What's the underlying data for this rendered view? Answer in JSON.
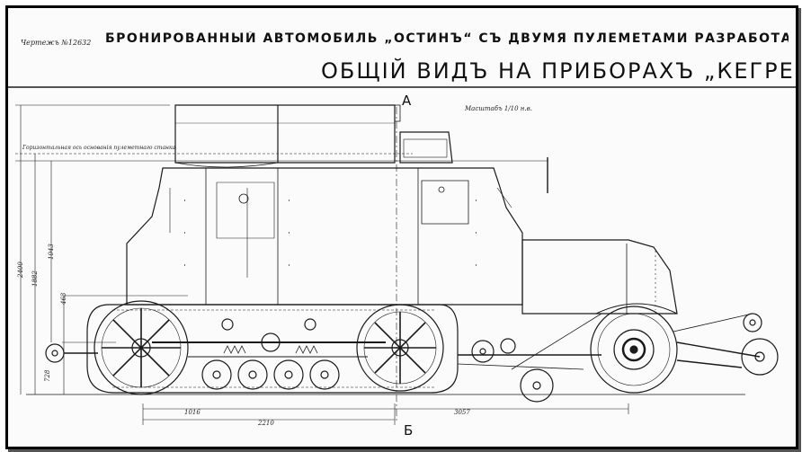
{
  "drawing": {
    "title_line_1": "БРОНИРОВАННЫЙ АВТОМОБИЛЬ „ОСТИНЪ“ СЪ ДВУМЯ ПУЛЕМЕТАМИ РАЗРАБОТАННЫЙ ПУ",
    "title_line_2": "ОБЩІЙ ВИДЪ НА ПРИБОРАХЪ „КЕГРЕССА“.",
    "drawing_number": "Чертежъ №12632",
    "scale_note": "Масштабъ 1/10 н.в.",
    "axis_note": "Горизонтальная ось основанія пулеметнаго станка",
    "section_mark_top": "А",
    "section_mark_bottom": "Б"
  },
  "dimensions": {
    "d_1016": "1016",
    "d_2210": "2210",
    "d_3057": "3057",
    "d_2400": "2400",
    "d_1882": "1882",
    "d_1043": "1043",
    "d_728": "728",
    "d_463": "463"
  }
}
